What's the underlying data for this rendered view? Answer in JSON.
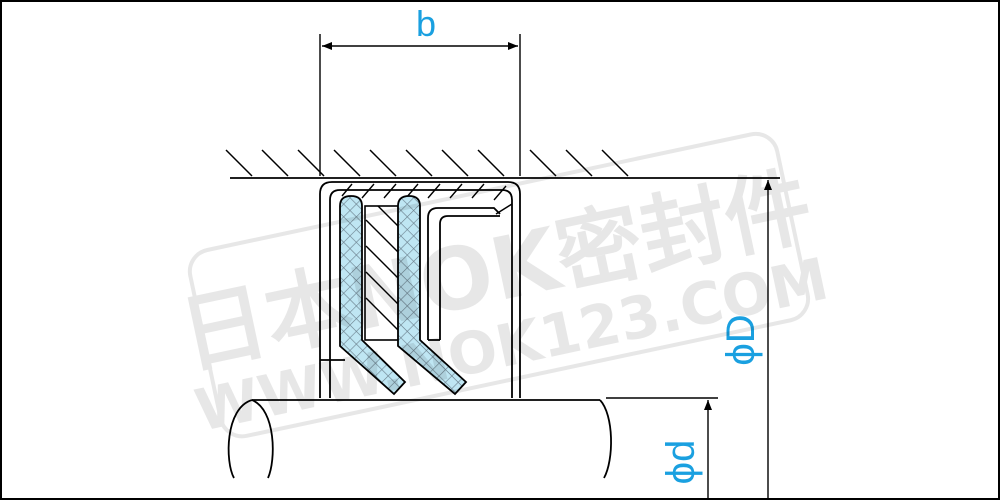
{
  "labels": {
    "width": "b",
    "outer_diameter": "ϕD",
    "shaft_diameter": "ϕd"
  },
  "watermark": {
    "line1": "日本NOK密封件",
    "line2": "WWW.NOK123.COM"
  },
  "colors": {
    "line": "#000000",
    "dimension_text": "#1aa0e0",
    "lip_fill": "#bfe6f3",
    "lip_mesh": "#6a7f8c",
    "watermark": "#000000"
  }
}
